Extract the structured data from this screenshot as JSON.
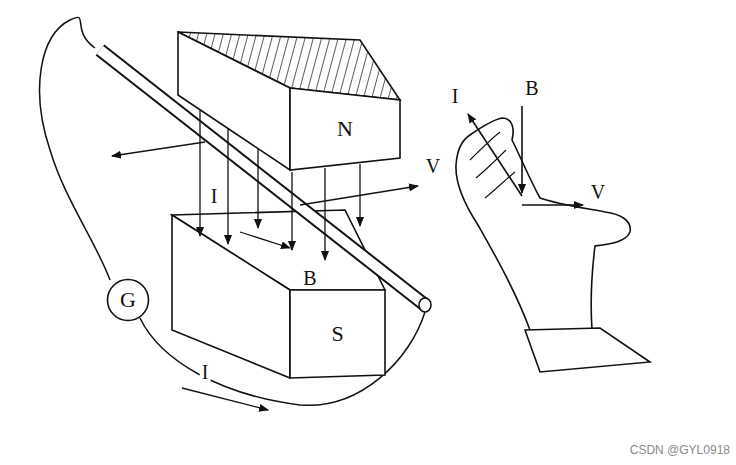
{
  "diagram": {
    "nodes": [
      {
        "text": [
          "N"
        ]
      },
      {
        "text": [
          "S"
        ]
      },
      {
        "text": [
          "G"
        ]
      }
    ],
    "labels": [
      "I",
      "B",
      "V",
      "I",
      "I",
      "B",
      "V",
      "CSDN @GYL0918"
    ]
  }
}
